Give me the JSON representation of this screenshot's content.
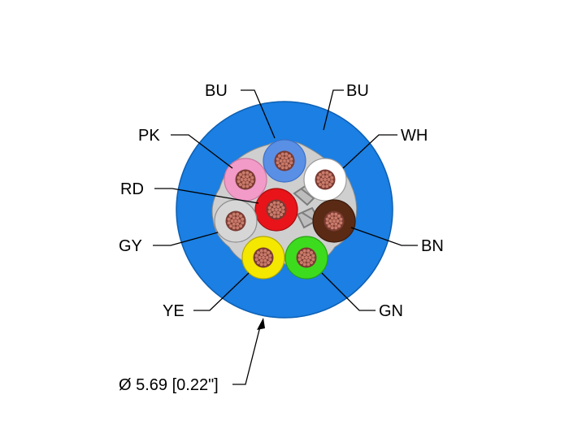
{
  "labels": {
    "bu_left": "BU",
    "bu_right": "BU",
    "pk": "PK",
    "wh": "WH",
    "rd": "RD",
    "gy": "GY",
    "bn": "BN",
    "ye": "YE",
    "gn": "GN",
    "diameter": "Ø 5.69 [0.22\"]"
  },
  "colors": {
    "jacket": "#1b7fe3",
    "jacket_edge": "#0d5fb3",
    "filler": "#c9c9c9",
    "blue_core": "#5a8fe6",
    "white_core": "#ffffff",
    "pink_core": "#f29ac8",
    "red_core": "#e8141a",
    "gray_core": "#d6d6d6",
    "brown_core": "#5a2a14",
    "yellow_core": "#f4e700",
    "green_core": "#3ddb1e",
    "copper": "#c97b6a",
    "copper_dark": "#7a3b33"
  }
}
